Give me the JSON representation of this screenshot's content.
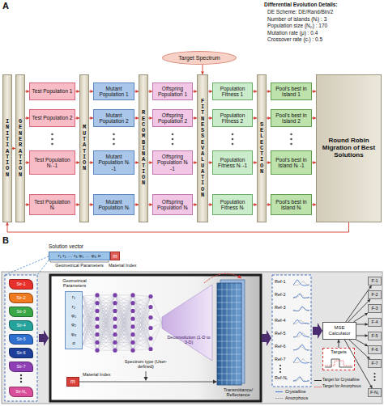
{
  "diagram": {
    "nodes": [
      {
        "text": [
          "INITIATION"
        ]
      },
      {
        "text": [
          "GENERATION"
        ]
      },
      {
        "text": [
          "MUTATION"
        ]
      },
      {
        "text": [
          "RECOMBINATION"
        ]
      },
      {
        "text": [
          "FITNESS EVALUATION"
        ]
      },
      {
        "text": [
          "SELECTION"
        ]
      },
      {
        "text": [
          "Round Robin Migration of Best Solutions"
        ]
      },
      {
        "text": [
          "Target Spectrum"
        ]
      },
      {
        "text": [
          "Test Population 1"
        ]
      },
      {
        "text": [
          "Mutant Population 1"
        ]
      },
      {
        "text": [
          "Offspring Population 1"
        ]
      },
      {
        "text": [
          "Population Fitness 1"
        ]
      },
      {
        "text": [
          "Pool's best in Island 1"
        ]
      },
      {
        "text": [
          "Test Population 2"
        ]
      },
      {
        "text": [
          "Mutant Population 2"
        ]
      },
      {
        "text": [
          "Offspring Population 2"
        ]
      },
      {
        "text": [
          "Population Fitness 2"
        ]
      },
      {
        "text": [
          "Pool's best in Island 2"
        ]
      },
      {
        "text": [
          "Test Population Nᵢ -1"
        ]
      },
      {
        "text": [
          "Mutant Population Nᵢ -1"
        ]
      },
      {
        "text": [
          "Offspring Population Nᵢ -1"
        ]
      },
      {
        "text": [
          "Population Fitness Nᵢ -1"
        ]
      },
      {
        "text": [
          "Pool's best in Island Nᵢ -1"
        ]
      },
      {
        "text": [
          "Test Population Nᵢ"
        ]
      },
      {
        "text": [
          "Mutant Population Nᵢ"
        ]
      },
      {
        "text": [
          "Offspring Population Nᵢ"
        ]
      },
      {
        "text": [
          "Population Fitness Nᵢ"
        ]
      },
      {
        "text": [
          "Pool's best in Island Nᵢ"
        ]
      },
      {
        "text": [
          "r₁ r₂ … r₈ φ₁ … φ₈ α"
        ]
      },
      {
        "text": [
          "m"
        ]
      },
      {
        "text": [
          "Str-1"
        ]
      },
      {
        "text": [
          "Str-2"
        ]
      },
      {
        "text": [
          "Str-3"
        ]
      },
      {
        "text": [
          "Str-4"
        ]
      },
      {
        "text": [
          "Str-5"
        ]
      },
      {
        "text": [
          "Str-6"
        ]
      },
      {
        "text": [
          "Str-7"
        ]
      },
      {
        "text": [
          "Str-Nₛ"
        ]
      },
      {
        "text": [
          "r₁",
          "r₂",
          "φ₁",
          "φ₂",
          "φ₈",
          "α"
        ]
      },
      {
        "text": [
          "m"
        ]
      },
      {
        "text": [
          "MSE Calculator"
        ]
      },
      {
        "text": [
          "Targets"
        ]
      },
      {
        "text": [
          "F-1"
        ]
      },
      {
        "text": [
          "F-2"
        ]
      },
      {
        "text": [
          "F-3"
        ]
      },
      {
        "text": [
          "F-4"
        ]
      },
      {
        "text": [
          "F-5"
        ]
      },
      {
        "text": [
          "F-6"
        ]
      },
      {
        "text": [
          "F-7"
        ]
      },
      {
        "text": [
          "F-Nₛ"
        ]
      }
    ],
    "edges": [
      {
        "from": 0,
        "to": 1,
        "arrow": "to"
      },
      {
        "from": 1,
        "to": 8,
        "arrow": "to"
      },
      {
        "from": 8,
        "to": 2,
        "arrow": "to"
      },
      {
        "from": 2,
        "to": 9,
        "arrow": "to"
      },
      {
        "from": 9,
        "to": 3,
        "arrow": "to"
      },
      {
        "from": 3,
        "to": 10,
        "arrow": "to"
      },
      {
        "from": 10,
        "to": 4,
        "arrow": "to"
      },
      {
        "from": 4,
        "to": 11,
        "arrow": "to"
      },
      {
        "from": 11,
        "to": 5,
        "arrow": "to"
      },
      {
        "from": 5,
        "to": 12,
        "arrow": "to"
      },
      {
        "from": 12,
        "to": 6,
        "arrow": "to"
      },
      {
        "from": 1,
        "to": 13,
        "arrow": "to"
      },
      {
        "from": 13,
        "to": 2,
        "arrow": "to"
      },
      {
        "from": 2,
        "to": 14,
        "arrow": "to"
      },
      {
        "from": 14,
        "to": 3,
        "arrow": "to"
      },
      {
        "from": 3,
        "to": 15,
        "arrow": "to"
      },
      {
        "from": 15,
        "to": 4,
        "arrow": "to"
      },
      {
        "from": 4,
        "to": 16,
        "arrow": "to"
      },
      {
        "from": 16,
        "to": 5,
        "arrow": "to"
      },
      {
        "from": 5,
        "to": 17,
        "arrow": "to"
      },
      {
        "from": 17,
        "to": 6,
        "arrow": "to"
      },
      {
        "from": 1,
        "to": 18,
        "arrow": "to"
      },
      {
        "from": 18,
        "to": 2,
        "arrow": "to"
      },
      {
        "from": 2,
        "to": 19,
        "arrow": "to"
      },
      {
        "from": 19,
        "to": 3,
        "arrow": "to"
      },
      {
        "from": 3,
        "to": 20,
        "arrow": "to"
      },
      {
        "from": 20,
        "to": 4,
        "arrow": "to"
      },
      {
        "from": 4,
        "to": 21,
        "arrow": "to"
      },
      {
        "from": 21,
        "to": 5,
        "arrow": "to"
      },
      {
        "from": 5,
        "to": 22,
        "arrow": "to"
      },
      {
        "from": 22,
        "to": 6,
        "arrow": "to"
      },
      {
        "from": 1,
        "to": 23,
        "arrow": "to"
      },
      {
        "from": 23,
        "to": 2,
        "arrow": "to"
      },
      {
        "from": 2,
        "to": 24,
        "arrow": "to"
      },
      {
        "from": 24,
        "to": 3,
        "arrow": "to"
      },
      {
        "from": 3,
        "to": 25,
        "arrow": "to"
      },
      {
        "from": 25,
        "to": 4,
        "arrow": "to"
      },
      {
        "from": 4,
        "to": 26,
        "arrow": "to"
      },
      {
        "from": 26,
        "to": 5,
        "arrow": "to"
      },
      {
        "from": 5,
        "to": 27,
        "arrow": "to"
      },
      {
        "from": 27,
        "to": 6,
        "arrow": "to"
      },
      {
        "from": 7,
        "to": 4,
        "arrow": "to"
      },
      {
        "from": 6,
        "to": 0,
        "arrow": "to"
      },
      {
        "from": 41,
        "to": 40,
        "arrow": "to"
      },
      {
        "from": 40,
        "to": 42,
        "arrow": "to"
      },
      {
        "from": 40,
        "to": 43,
        "arrow": "to"
      },
      {
        "from": 40,
        "to": 44,
        "arrow": "to"
      },
      {
        "from": 40,
        "to": 45,
        "arrow": "to"
      },
      {
        "from": 40,
        "to": 46,
        "arrow": "to"
      },
      {
        "from": 40,
        "to": 47,
        "arrow": "to"
      },
      {
        "from": 40,
        "to": 48,
        "arrow": "to"
      },
      {
        "from": 40,
        "to": 49,
        "arrow": "to"
      }
    ],
    "labels": [
      "A",
      "Differential Evolution Details:",
      "DE Scheme: DE/Rand/Bin/2",
      "Number of islands (Nᵢ) : 3",
      "Population size (Nₚ) : 170",
      "Mutation rate (μ) : 0.4",
      "Crossover rate (cᵣ) : 0.5",
      "B",
      "Solution vector",
      "Geometrical Parameters",
      "Material Index",
      "Geometrical Parameters",
      "Material Index",
      "Spectrum type (User-defined)",
      "Deconvolution (1-D to 3-D)",
      "Transmittance/ Reflectance",
      "Ref-1",
      "Ref-2",
      "Ref-3",
      "Ref-4",
      "Ref-5",
      "Ref-6",
      "Ref-7",
      "Ref-Nₛ"
    ],
    "legend": [
      {
        "text": "Crystalline"
      },
      {
        "text": "Amorphous"
      },
      {
        "text": "Target for Crystalline"
      },
      {
        "text": "Target for Amorphous"
      }
    ]
  }
}
